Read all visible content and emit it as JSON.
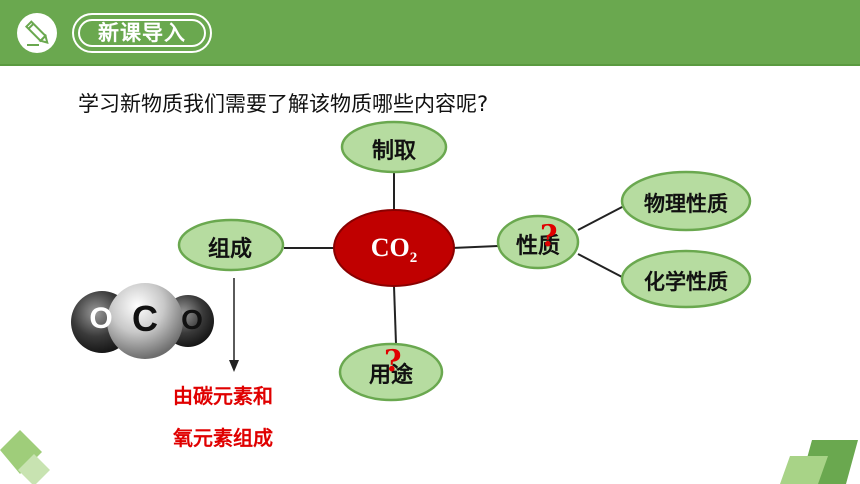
{
  "header": {
    "title": "新课导入",
    "icon": "pencil-icon",
    "color": "#6aa84f"
  },
  "question": "学习新物质我们需要了解该物质哪些内容呢?",
  "diagram": {
    "center": {
      "formula": "CO",
      "subscript": "2",
      "color": "#c00000"
    },
    "nodes": {
      "preparation": "制取",
      "composition": "组成",
      "properties": "性质",
      "uses": "用途",
      "physical": "物理性质",
      "chemical": "化学性质"
    },
    "question_mark": "?",
    "composition_note": [
      "由碳元素和",
      "氧元素组成"
    ],
    "molecule_labels": [
      "O",
      "C",
      "O"
    ]
  },
  "node_fill": "#b6dca0",
  "node_border": "#6aa84f"
}
